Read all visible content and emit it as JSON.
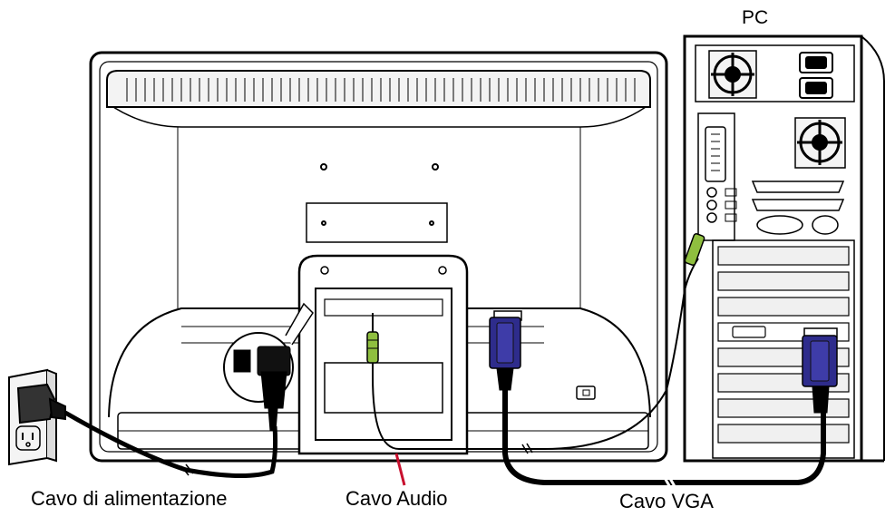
{
  "labels": {
    "pc": "PC",
    "power_cable": "Cavo di alimentazione",
    "audio_cable": "Cavo Audio",
    "vga_cable": "Cavo VGA"
  },
  "colors": {
    "line": "#000000",
    "vga_connector": "#2e2c8c",
    "audio_plug": "#8fbf3f",
    "leader_line": "#c8102e",
    "panel_fill": "#ffffff",
    "shade": "#d9d9d9"
  },
  "icons": {
    "power_socket": "wall-outlet-icon",
    "fan": "fan-grille-icon"
  }
}
